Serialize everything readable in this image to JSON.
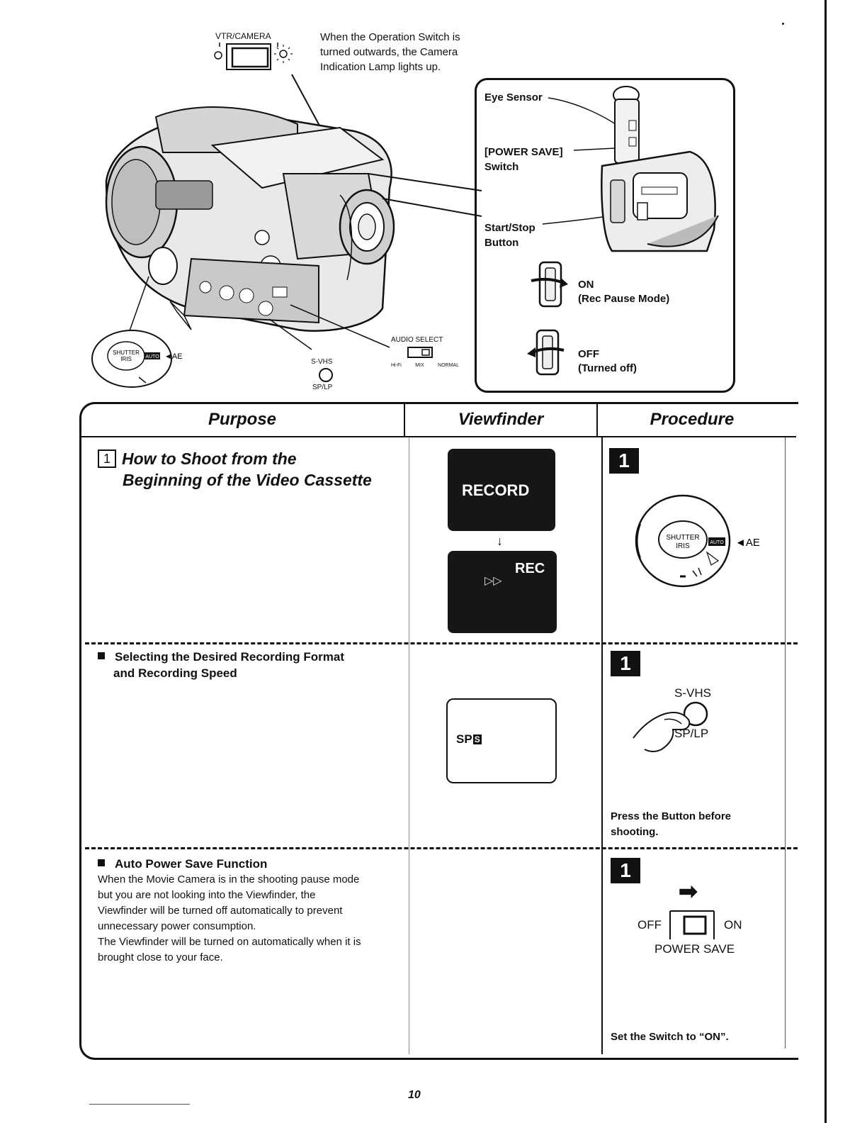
{
  "header": {
    "vtr_camera_label": "VTR/CAMERA",
    "lamp_note": "When the Operation Switch is turned outwards, the Camera Indication Lamp lights up."
  },
  "camera_diagram": {
    "dial_labels": {
      "shutter": "SHUTTER",
      "iris": "IRIS",
      "auto": "AUTO",
      "ae": "◄AE"
    },
    "svhs_label": "S-VHS",
    "sp_lp_label": "SP/LP",
    "audio_select_label": "AUDIO SELECT",
    "audio_modes": [
      "Hi-Fi",
      "MIX",
      "NORMAL"
    ]
  },
  "callout": {
    "eye_sensor": "Eye Sensor",
    "power_save_switch_line1": "[POWER SAVE]",
    "power_save_switch_line2": "Switch",
    "start_stop_line1": "Start/Stop",
    "start_stop_line2": "Button",
    "on_label": "ON",
    "on_desc": "(Rec Pause Mode)",
    "off_label": "OFF",
    "off_desc": "(Turned off)"
  },
  "table": {
    "headers": {
      "purpose": "Purpose",
      "viewfinder": "Viewfinder",
      "procedure": "Procedure"
    },
    "section1": {
      "number": "1",
      "title_line1": "How to Shoot from the",
      "title_line2": "Beginning of the Video Cassette",
      "vf_top_text": "RECORD",
      "vf_bottom_text": "REC",
      "step": "1",
      "dial": {
        "shutter": "SHUTTER",
        "iris": "IRIS",
        "auto": "AUTO",
        "ae": "◄AE"
      }
    },
    "section2": {
      "title_line1": "Selecting the Desired Recording Format",
      "title_line2": "and Recording Speed",
      "vf_text": "SP",
      "vf_badge": "S",
      "step": "1",
      "button_top": "S-VHS",
      "button_bottom": "SP/LP",
      "note_line1": "Press the Button before",
      "note_line2": "shooting."
    },
    "section3": {
      "title": "Auto Power Save Function",
      "body_lines": [
        "When the Movie Camera is in the shooting pause mode",
        "but you are not looking into the Viewfinder, the",
        "Viewfinder will be turned off automatically to prevent",
        "unnecessary power consumption.",
        "The Viewfinder will be turned on automatically when it is",
        "brought close to your face."
      ],
      "step": "1",
      "switch_off": "OFF",
      "switch_on": "ON",
      "switch_name": "POWER SAVE",
      "note": "Set the Switch to “ON”."
    }
  },
  "page_number": "10"
}
